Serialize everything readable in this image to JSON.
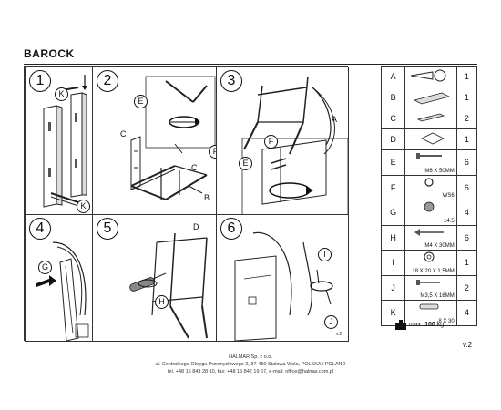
{
  "title": "BAROCK",
  "steps": [
    {
      "num": "1",
      "labels": [
        "K",
        "K"
      ]
    },
    {
      "num": "2",
      "labels": [
        "E",
        "C",
        "F",
        "C",
        "B"
      ]
    },
    {
      "num": "3",
      "labels": [
        "A",
        "F",
        "E"
      ]
    },
    {
      "num": "4",
      "labels": [
        "G"
      ]
    },
    {
      "num": "5",
      "labels": [
        "D",
        "H"
      ]
    },
    {
      "num": "6",
      "labels": [
        "I",
        "J"
      ]
    }
  ],
  "parts": [
    {
      "letter": "A",
      "qty": "1",
      "label": ""
    },
    {
      "letter": "B",
      "qty": "1",
      "label": ""
    },
    {
      "letter": "C",
      "qty": "2",
      "label": ""
    },
    {
      "letter": "D",
      "qty": "1",
      "label": ""
    },
    {
      "letter": "E",
      "qty": "6",
      "label": "M6 X 50MM"
    },
    {
      "letter": "F",
      "qty": "6",
      "label": "WS6"
    },
    {
      "letter": "G",
      "qty": "4",
      "label": "14.5"
    },
    {
      "letter": "H",
      "qty": "6",
      "label": "M4 X 30MM"
    },
    {
      "letter": "I",
      "qty": "1",
      "label": "18 X 20 X 1,5MM"
    },
    {
      "letter": "J",
      "qty": "2",
      "label": "M3,5 X 16MM"
    },
    {
      "letter": "K",
      "qty": "4",
      "label": "8 X 30"
    }
  ],
  "weight": {
    "prefix": "max.",
    "value": "100",
    "unit": "kg"
  },
  "version": "v.2",
  "footer": {
    "company": "HALMAR Sp. z o.o.",
    "address": "ul. Centralnego Okręgu Przemysłowego 2, 37-450 Stalowa Wola, POLSKA / POLAND",
    "contact": "tel. +48 15 843 28 10, fax: +48 15 842 19 57, e-mail: office@halmar.com.pl"
  }
}
